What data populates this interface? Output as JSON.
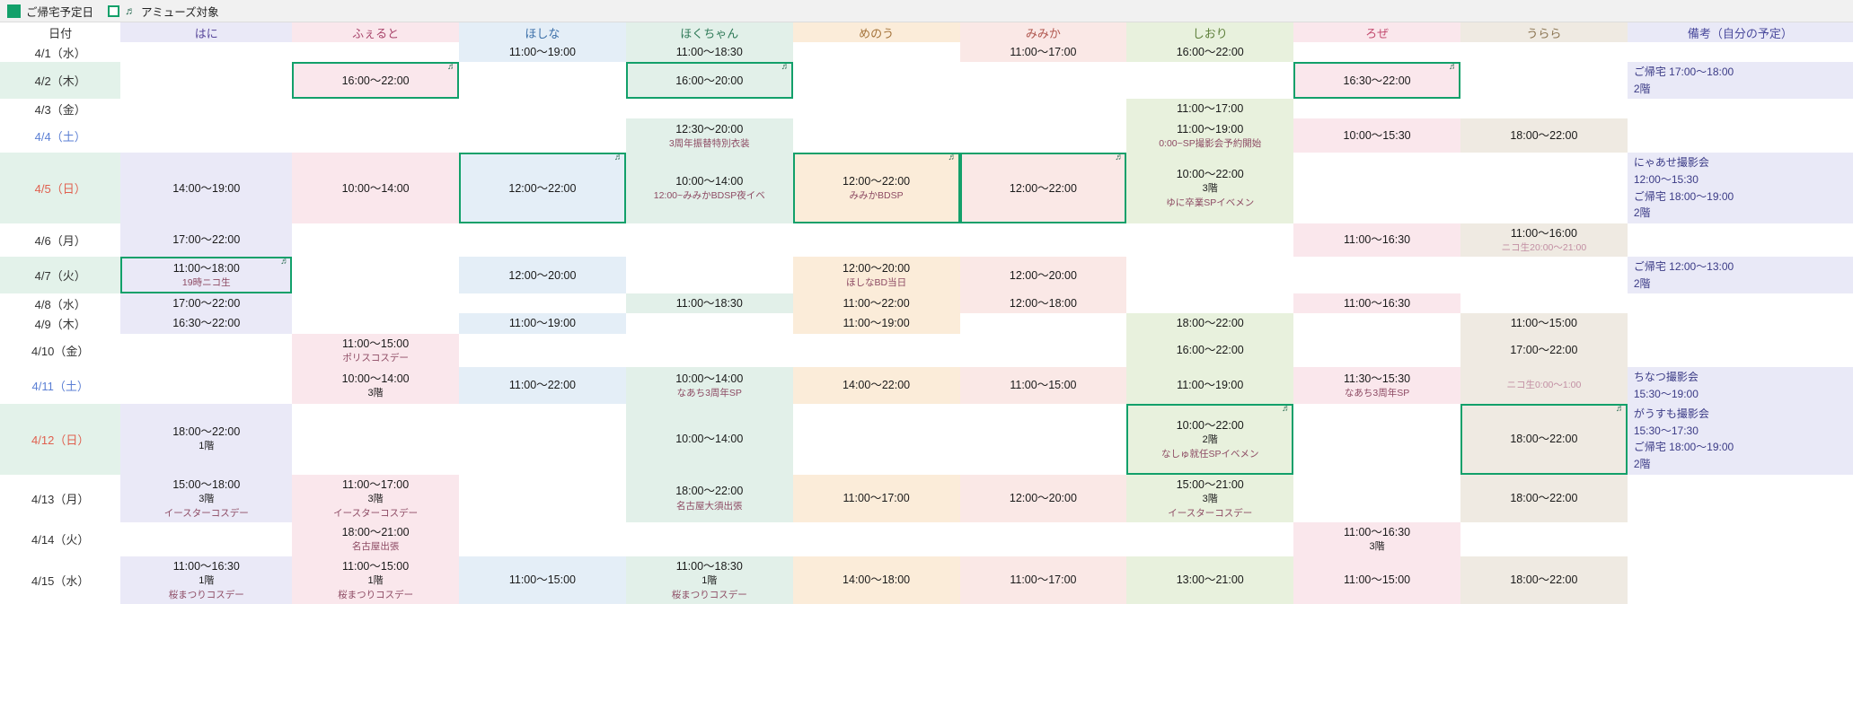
{
  "legend": {
    "home_label": "ご帰宅予定日",
    "amuse_label": "アミューズ対象",
    "amuse_icon": "♬",
    "home_swatch_color": "#12a06a",
    "amuse_border_color": "#12a06a"
  },
  "columns": [
    {
      "key": "date",
      "label": "日付",
      "bg": "#ffffff",
      "fg": "#333333"
    },
    {
      "key": "hani",
      "label": "はに",
      "bg": "#eae9f7",
      "fg": "#5a4a9c"
    },
    {
      "key": "fueruto",
      "label": "ふぇると",
      "bg": "#fae7ec",
      "fg": "#a8456b"
    },
    {
      "key": "hoshina",
      "label": "ほしな",
      "bg": "#e4eef7",
      "fg": "#3b6fa8"
    },
    {
      "key": "bokuchan",
      "label": "ほくちゃん",
      "bg": "#e2f0e9",
      "fg": "#2f7a58"
    },
    {
      "key": "menou",
      "label": "めのう",
      "bg": "#fbecd9",
      "fg": "#a4733a"
    },
    {
      "key": "mimika",
      "label": "みみか",
      "bg": "#fae8e6",
      "fg": "#b0574f"
    },
    {
      "key": "shiori",
      "label": "しおり",
      "bg": "#e8f1dd",
      "fg": "#5d7f3a"
    },
    {
      "key": "roze",
      "label": "ろぜ",
      "bg": "#fae7ec",
      "fg": "#c24a6e"
    },
    {
      "key": "urara",
      "label": "うらら",
      "bg": "#efeae2",
      "fg": "#8a7350"
    },
    {
      "key": "biko",
      "label": "備考（自分の予定）",
      "bg": "#e9e9f7",
      "fg": "#4a4a9c"
    }
  ],
  "rows": [
    {
      "date": "4/1（水）",
      "daytype": "weekday",
      "home": false,
      "height": 20,
      "cells": [
        {},
        {},
        {
          "time": "11:00〜19:00",
          "bg": "#e4eef7"
        },
        {
          "time": "11:00〜18:30",
          "bg": "#e2f0e9"
        },
        {},
        {
          "time": "11:00〜17:00",
          "bg": "#fae8e6"
        },
        {
          "time": "16:00〜22:00",
          "bg": "#e8f1dd"
        },
        {},
        {},
        {}
      ]
    },
    {
      "date": "4/2（木）",
      "daytype": "weekday",
      "home": true,
      "height": 38,
      "cells": [
        {},
        {
          "time": "16:00〜22:00",
          "bg": "#fae7ec",
          "amuse": true
        },
        {},
        {
          "time": "16:00〜20:00",
          "bg": "#e2f0e9",
          "amuse": true
        },
        {},
        {},
        {},
        {
          "time": "16:30〜22:00",
          "bg": "#fae7ec",
          "amuse": true
        },
        {},
        {
          "notes": [
            "ご帰宅 17:00〜18:00",
            "2階"
          ],
          "bg": "#e9e9f7"
        }
      ]
    },
    {
      "date": "4/3（金）",
      "daytype": "weekday",
      "home": false,
      "height": 20,
      "cells": [
        {},
        {},
        {},
        {},
        {},
        {},
        {
          "time": "11:00〜17:00",
          "bg": "#e8f1dd"
        },
        {},
        {},
        {}
      ]
    },
    {
      "date": "4/4（土）",
      "daytype": "sat",
      "home": false,
      "height": 38,
      "cells": [
        {},
        {},
        {},
        {
          "time": "12:30〜20:00",
          "sub": "3周年振替特別衣装",
          "bg": "#e2f0e9"
        },
        {},
        {},
        {
          "time": "11:00〜19:00",
          "sub": "0:00~SP撮影会予約開始",
          "bg": "#e8f1dd"
        },
        {
          "time": "10:00〜15:30",
          "bg": "#fae7ec"
        },
        {
          "time": "18:00〜22:00",
          "bg": "#efeae2"
        },
        {}
      ]
    },
    {
      "date": "4/5（日）",
      "daytype": "sun",
      "home": true,
      "height": 54,
      "cells": [
        {
          "time": "14:00〜19:00",
          "bg": "#eae9f7"
        },
        {
          "time": "10:00〜14:00",
          "bg": "#fae7ec"
        },
        {
          "time": "12:00〜22:00",
          "bg": "#e4eef7",
          "amuse": true
        },
        {
          "time": "10:00〜14:00",
          "sub": "12:00~みみかBDSP夜イベ",
          "bg": "#e2f0e9"
        },
        {
          "time": "12:00〜22:00",
          "sub": "みみかBDSP",
          "bg": "#fbecd9",
          "amuse": true
        },
        {
          "time": "12:00〜22:00",
          "bg": "#fae8e6",
          "amuse": true
        },
        {
          "time": "10:00〜22:00",
          "floor": "3階",
          "sub": "ゆに卒業SPイベメン",
          "bg": "#e8f1dd"
        },
        {},
        {},
        {
          "notes": [
            "にゃあせ撮影会",
            "12:00〜15:30",
            "ご帰宅 18:00〜19:00",
            "2階"
          ],
          "bg": "#e9e9f7"
        }
      ]
    },
    {
      "date": "4/6（月）",
      "daytype": "weekday",
      "home": false,
      "height": 26,
      "cells": [
        {
          "time": "17:00〜22:00",
          "bg": "#eae9f7"
        },
        {},
        {},
        {},
        {},
        {},
        {},
        {
          "time": "11:00〜16:30",
          "bg": "#fae7ec"
        },
        {
          "time": "11:00〜16:00",
          "faint": "ニコ生20:00〜21:00",
          "bg": "#efeae2"
        },
        {}
      ]
    },
    {
      "date": "4/7（火）",
      "daytype": "weekday",
      "home": true,
      "height": 30,
      "cells": [
        {
          "time": "11:00〜18:00",
          "sub": "19時ニコ生",
          "bg": "#eae9f7",
          "amuse": true
        },
        {},
        {
          "time": "12:00〜20:00",
          "bg": "#e4eef7"
        },
        {},
        {
          "time": "12:00〜20:00",
          "sub": "ほしなBD当日",
          "bg": "#fbecd9"
        },
        {
          "time": "12:00〜20:00",
          "bg": "#fae8e6"
        },
        {},
        {},
        {},
        {
          "notes": [
            "ご帰宅 12:00〜13:00",
            "2階"
          ],
          "bg": "#e9e9f7"
        }
      ]
    },
    {
      "date": "4/8（水）",
      "daytype": "weekday",
      "home": false,
      "height": 20,
      "cells": [
        {
          "time": "17:00〜22:00",
          "bg": "#eae9f7"
        },
        {},
        {},
        {
          "time": "11:00〜18:30",
          "bg": "#e2f0e9"
        },
        {
          "time": "11:00〜22:00",
          "bg": "#fbecd9"
        },
        {
          "time": "12:00〜18:00",
          "bg": "#fae8e6"
        },
        {},
        {
          "time": "11:00〜16:30",
          "bg": "#fae7ec"
        },
        {},
        {}
      ]
    },
    {
      "date": "4/9（木）",
      "daytype": "weekday",
      "home": false,
      "height": 20,
      "cells": [
        {
          "time": "16:30〜22:00",
          "bg": "#eae9f7"
        },
        {},
        {
          "time": "11:00〜19:00",
          "bg": "#e4eef7"
        },
        {},
        {
          "time": "11:00〜19:00",
          "bg": "#fbecd9"
        },
        {},
        {
          "time": "18:00〜22:00",
          "bg": "#e8f1dd"
        },
        {},
        {
          "time": "11:00〜15:00",
          "bg": "#efeae2"
        },
        {}
      ]
    },
    {
      "date": "4/10（金）",
      "daytype": "weekday",
      "home": false,
      "height": 28,
      "cells": [
        {},
        {
          "time": "11:00〜15:00",
          "sub": "ポリスコスデー",
          "bg": "#fae7ec"
        },
        {},
        {},
        {},
        {},
        {
          "time": "16:00〜22:00",
          "bg": "#e8f1dd"
        },
        {},
        {
          "time": "17:00〜22:00",
          "bg": "#efeae2"
        },
        {}
      ]
    },
    {
      "date": "4/11（土）",
      "daytype": "sat",
      "home": false,
      "height": 28,
      "cells": [
        {},
        {
          "time": "10:00〜14:00",
          "floor": "3階",
          "bg": "#fae7ec"
        },
        {
          "time": "11:00〜22:00",
          "bg": "#e4eef7"
        },
        {
          "time": "10:00〜14:00",
          "sub": "なあち3周年SP",
          "bg": "#e2f0e9"
        },
        {
          "time": "14:00〜22:00",
          "bg": "#fbecd9"
        },
        {
          "time": "11:00〜15:00",
          "bg": "#fae8e6"
        },
        {
          "time": "11:00〜19:00",
          "bg": "#e8f1dd"
        },
        {
          "time": "11:30〜15:30",
          "sub": "なあち3周年SP",
          "bg": "#fae7ec"
        },
        {
          "faint": "ニコ生0:00〜1:00",
          "bg": "#efeae2"
        },
        {
          "notes": [
            "ちなつ撮影会",
            "15:30〜19:00"
          ],
          "bg": "#e9e9f7"
        }
      ]
    },
    {
      "date": "4/12（日）",
      "daytype": "sun",
      "home": true,
      "height": 50,
      "cells": [
        {
          "time": "18:00〜22:00",
          "floor": "1階",
          "bg": "#eae9f7"
        },
        {},
        {},
        {
          "time": "10:00〜14:00",
          "bg": "#e2f0e9"
        },
        {},
        {},
        {
          "time": "10:00〜22:00",
          "floor": "2階",
          "sub": "なしゅ就任SPイベメン",
          "bg": "#e8f1dd",
          "amuse": true
        },
        {},
        {
          "time": "18:00〜22:00",
          "bg": "#efeae2",
          "amuse": true
        },
        {
          "notes": [
            "がうすも撮影会",
            "15:30〜17:30",
            "ご帰宅 18:00〜19:00",
            "2階"
          ],
          "bg": "#e9e9f7"
        }
      ]
    },
    {
      "date": "4/13（月）",
      "daytype": "weekday",
      "home": false,
      "height": 36,
      "cells": [
        {
          "time": "15:00〜18:00",
          "floor": "3階",
          "sub": "イースターコスデー",
          "bg": "#eae9f7"
        },
        {
          "time": "11:00〜17:00",
          "floor": "3階",
          "sub": "イースターコスデー",
          "bg": "#fae7ec"
        },
        {},
        {
          "time": "18:00〜22:00",
          "sub": "名古屋大須出張",
          "bg": "#e2f0e9"
        },
        {
          "time": "11:00〜17:00",
          "bg": "#fbecd9"
        },
        {
          "time": "12:00〜20:00",
          "bg": "#fae8e6"
        },
        {
          "time": "15:00〜21:00",
          "floor": "3階",
          "sub": "イースターコスデー",
          "bg": "#e8f1dd"
        },
        {},
        {
          "time": "18:00〜22:00",
          "bg": "#efeae2"
        },
        {}
      ]
    },
    {
      "date": "4/14（火）",
      "daytype": "weekday",
      "home": false,
      "height": 28,
      "cells": [
        {},
        {
          "time": "18:00〜21:00",
          "sub": "名古屋出張",
          "bg": "#fae7ec"
        },
        {},
        {},
        {},
        {},
        {},
        {
          "time": "11:00〜16:30",
          "floor": "3階",
          "bg": "#fae7ec"
        },
        {},
        {}
      ]
    },
    {
      "date": "4/15（水）",
      "daytype": "weekday",
      "home": false,
      "height": 36,
      "cells": [
        {
          "time": "11:00〜16:30",
          "floor": "1階",
          "sub": "桜まつりコスデー",
          "bg": "#eae9f7"
        },
        {
          "time": "11:00〜15:00",
          "floor": "1階",
          "sub": "桜まつりコスデー",
          "bg": "#fae7ec"
        },
        {
          "time": "11:00〜15:00",
          "bg": "#e4eef7"
        },
        {
          "time": "11:00〜18:30",
          "floor": "1階",
          "sub": "桜まつりコスデー",
          "bg": "#e2f0e9"
        },
        {
          "time": "14:00〜18:00",
          "bg": "#fbecd9"
        },
        {
          "time": "11:00〜17:00",
          "bg": "#fae8e6"
        },
        {
          "time": "13:00〜21:00",
          "bg": "#e8f1dd"
        },
        {
          "time": "11:00〜15:00",
          "bg": "#fae7ec"
        },
        {
          "time": "18:00〜22:00",
          "bg": "#efeae2"
        },
        {}
      ]
    }
  ]
}
